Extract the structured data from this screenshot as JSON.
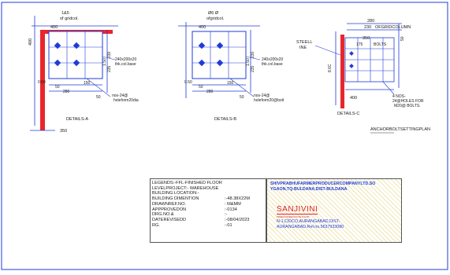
{
  "details": {
    "a": {
      "title": "DETAILS-A",
      "top_note_1": "1&5",
      "top_note_2": "of gridcol.",
      "dim_top": "400",
      "dim_left": "400",
      "dim_side_1": "1.50",
      "dim_side_2": "230",
      "dim_side_3": "235",
      "base_note_1": "240x200x20",
      "base_note_2": "thk.col.base",
      "dim_small_1": "0.50",
      "dim_small_2": "50",
      "dim_small_3": "150",
      "dim_small_4": "280",
      "dim_small_5": "50",
      "bolt_note_1": "nos-24@",
      "bolt_note_2": "holeform20dia",
      "dim_bottom": "350"
    },
    "b": {
      "title": "DETAILS-B",
      "top_note_1": "Ø6 Ø",
      "top_note_2": "ofgridcol.",
      "dim_top": "400",
      "dim_side_1": "1.50",
      "dim_side_2": "230",
      "dim_side_3": "235",
      "base_note_1": "240x200x20",
      "base_note_2": "thk.col.base",
      "dim_small_1": "0.50",
      "dim_small_2": "50",
      "dim_small_3": "150",
      "dim_small_4": "280",
      "dim_small_5": "50",
      "bolt_note_1": "nos-24@",
      "bolt_note_2": "holeform20@bolt"
    },
    "c": {
      "title": "DETAILS-C",
      "steel_label_1": "STEELL",
      "steel_label_2": "INE",
      "dim_top_1": "280",
      "dim_top_2": "230",
      "grid_label": "OFGRIDCOLUMN",
      "dim_350": "350",
      "dim_175": "175",
      "bolts_label": "BOLTS",
      "dim_50": "50",
      "dim_left": "8.6C",
      "dim_400": "400",
      "hole_note_1": "4 NOS-",
      "hole_note_2": "24@HOLES FOR",
      "hole_note_3": "M20@ BOLTS."
    }
  },
  "plan_title": "ANCHORBOLTSETTINGPLAN",
  "legend": {
    "rows": [
      {
        "key": "LEGENDS:-FFL-FINISHED FLOOR",
        "value": ""
      },
      {
        "key": "LEVELPROJECT:- WAREHOUSE",
        "value": ""
      },
      {
        "key": "BUILDING LOCATION:-",
        "value": ""
      },
      {
        "key": "BUILDING DIMENTION",
        "value": ":-48.38X22M"
      },
      {
        "key": "DRAWNREF.NO.",
        "value": ": M&MM"
      },
      {
        "key": "APPPROVEDON",
        "value": ":-0134"
      },
      {
        "key": "DRG.NO.&",
        "value": ":-"
      },
      {
        "key": "DATEREVISEDD",
        "value": ":-08/04/2023"
      },
      {
        "key": "RG.",
        "value": ":-01"
      }
    ]
  },
  "company": {
    "name_line_1": "SHIVPRABHUFARMERPRODUCERCOMPANYLTD.SO",
    "name_line_2": "YGAON,TQ-BULDANA,DIST-BULDANA",
    "brand": "SANJIVINI",
    "brand_sub": "PREENGINEEDCONSULTANT",
    "address_1": "N-1,CIDCO,AURANGABAD,DIST-",
    "address_2": "AURANGABAD.Ref.no.9637933080"
  },
  "colors": {
    "column": "#e8262b",
    "lines": "#1f3bd8",
    "hatch": "#f0e6b0",
    "brand": "#dd2222"
  }
}
